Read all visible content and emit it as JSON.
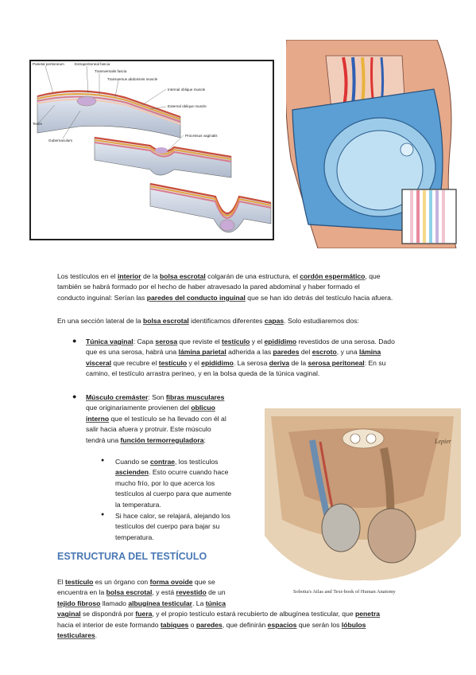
{
  "figure1": {
    "labels": {
      "parietal_peritoneum": "Parietal peritoneum",
      "extraperitoneal_fascia": "Extraperitoneal fascia",
      "transversalis_fascia": "Transversalis fascia",
      "transversus_abdominis": "Transversus abdominis muscle",
      "internal_oblique": "Internal oblique muscle",
      "external_oblique": "External oblique muscle",
      "processus_vaginalis": "Processus vaginalis",
      "testis": "Testis",
      "gubernaculum": "Gubernaculum"
    }
  },
  "figure3": {
    "caption": "Sobotta's Atlas and Text-book of Human Anatomy",
    "signature": "Lepier"
  },
  "p1": {
    "t1": "Los testículos en el ",
    "b1": "interior",
    "t2": " de la ",
    "b2": "bolsa escrotal",
    "t3": " colgarán de una estructura, el ",
    "b3": "cordón espermático",
    "t4": ", que",
    "l2": "también se habrá formado por el hecho de haber atravesado la pared abdominal y haber formado el",
    "t5": "conducto inguinal: Serían las ",
    "b4": "paredes del conducto inguinal",
    "t6": " que se han ido detrás del testículo hacia afuera."
  },
  "p2": {
    "t1": "En una sección lateral de la ",
    "b1": "bolsa escrotal",
    "t2": " identificamos diferentes ",
    "b2": "capas",
    "t3": ". Solo estudiaremos dos:"
  },
  "b1": {
    "b1": "Túnica vaginal",
    "t1": ": Capa ",
    "b2": "serosa",
    "t2": " que reviste el ",
    "b3": "testículo",
    "t3": " y el ",
    "b4": "epidídimo",
    "t4": " revestidos de una serosa. Dado",
    "t5": "que es una serosa, habrá una ",
    "b5": "lámina parietal",
    "t6": " adherida a las ",
    "b6": "paredes",
    "t7": " del ",
    "b7": "escroto",
    "t8": ", y una ",
    "b8": "lámina",
    "b9": "visceral",
    "t9": " que recubre el ",
    "b10": "testículo",
    "t10": " y el ",
    "b11": "epidídimo",
    "t11": ". La serosa ",
    "b12": "deriva",
    "t12": " de la ",
    "b13": "serosa peritoneal",
    "t13": ": En su",
    "l4": "camino, el testículo arrastra perineo, y en la bolsa queda de la túnica vaginal."
  },
  "b2": {
    "b1": "Músculo cremáster",
    "t1": ": Son ",
    "b2": "fibras musculares",
    "t2": "que originariamente provienen del ",
    "b3": "oblicuo",
    "b4": "interno",
    "t3": " que el testículo se ha llevado con él al",
    "l4": "salir hacia afuera y protruir. Este músculo",
    "t4": "tendrá una ",
    "b5": "función termorreguladora",
    "t5": ":"
  },
  "sub1": {
    "t1": "Cuando se ",
    "b1": "contrae",
    "t2": ", los testículos",
    "b2": "ascienden",
    "t3": ". Esto ocurre cuando hace",
    "l3": "mucho frío, por lo que acerca los",
    "l4": "testículos al cuerpo para que aumente",
    "l5": "la temperatura."
  },
  "sub2": {
    "l1": "Si hace calor, se relajará, alejando los",
    "l2": "testículos del cuerpo para bajar su",
    "l3": "temperatura."
  },
  "section": {
    "title": "ESTRUCTURA DEL TESTÍCULO"
  },
  "p3": {
    "t1": "El ",
    "b1": "testículo",
    "t2": " es un órgano con ",
    "b2": "forma ovoide",
    "t3": " que se",
    "t4": "encuentra en la ",
    "b3": "bolsa escrotal",
    "t5": ", y está ",
    "b4": "revestido",
    "t6": " de un",
    "b5": "tejido fibroso",
    "t7": " llamado ",
    "b6": "albugínea testicular",
    "t8": ". La ",
    "b7": "túnica",
    "b8": "vaginal",
    "t9": " se dispondrá por ",
    "b9": "fuera",
    "t10": ", y el propio testículo estará recubierto de albugínea testicular, que ",
    "b10": "penetra",
    "t11": "hacia el interior de este formando ",
    "b11": "tabiques",
    "t12": " o ",
    "b12": "paredes",
    "t13": ", que definirán ",
    "b13": "espacios",
    "t14": " que serán los ",
    "b14": "lóbulos",
    "b15": "testiculares",
    "t15": "."
  },
  "colors": {
    "heading": "#4a78b4",
    "text": "#1a1a1a",
    "frame": "#222222"
  }
}
